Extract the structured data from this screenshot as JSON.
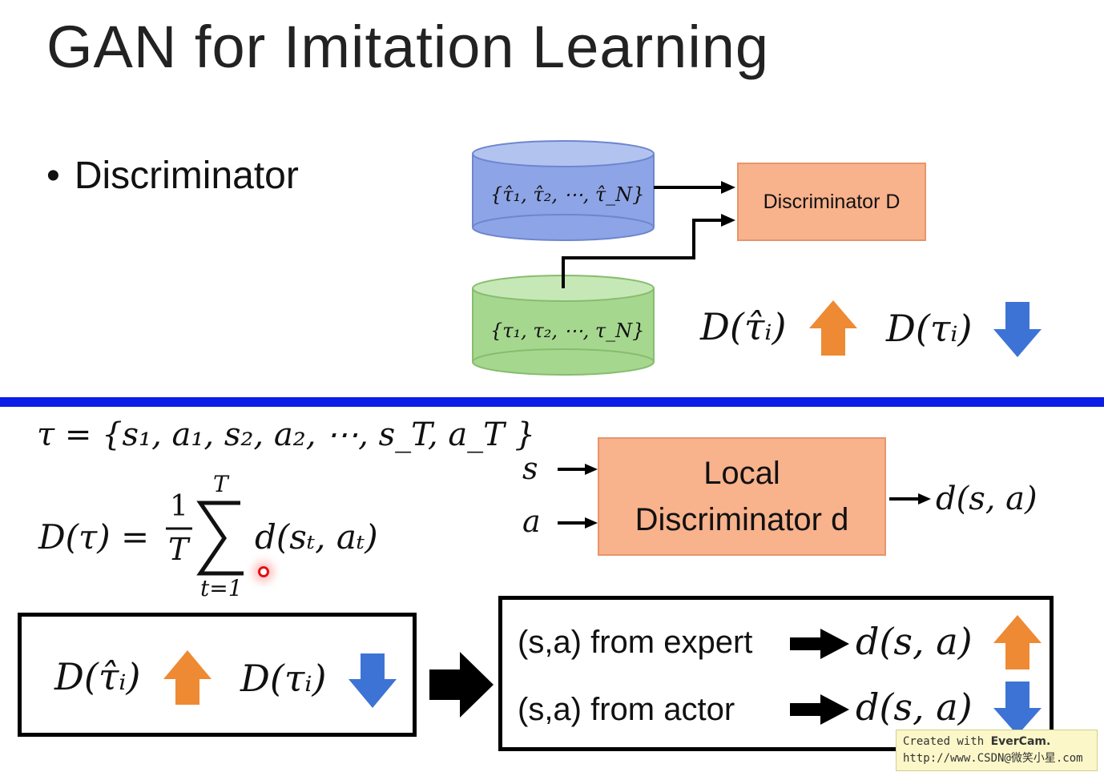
{
  "slide": {
    "title": "GAN for Imitation Learning",
    "bullet": "Discriminator"
  },
  "top_diagram": {
    "expert_set": "{τ̂₁, τ̂₂, ⋯, τ̂_N}",
    "actor_set": "{τ₁, τ₂, ⋯, τ_N}",
    "discriminator_label": "Discriminator D",
    "expert_score": "D(τ̂ᵢ)",
    "actor_score": "D(τᵢ)",
    "colors": {
      "expert_cylinder": "#8da4e6",
      "actor_cylinder": "#a6d78f",
      "box": "#f8b28c",
      "up_arrow": "#ee8a33",
      "down_arrow": "#3e73d6",
      "divider": "#0b1ee8"
    }
  },
  "formulas": {
    "trajectory": "τ = {s₁, a₁, s₂, a₂, ⋯, s_T, a_T }",
    "d_lhs": "D(τ) =",
    "frac_num": "1",
    "frac_den": "T",
    "sum_top": "T",
    "sum_bottom": "t=1",
    "sum_body": "d(sₜ, aₜ)"
  },
  "local_diagram": {
    "input_s": "s",
    "input_a": "a",
    "box_line1": "Local",
    "box_line2": "Discriminator d",
    "output": "d(s, a)"
  },
  "left_box": {
    "expert_score": "D(τ̂ᵢ)",
    "actor_score": "D(τᵢ)"
  },
  "right_box": {
    "row1_text": "(s,a) from expert",
    "row1_value": "d(s, a)",
    "row2_text": "(s,a) from actor",
    "row2_value": "d(s, a)"
  },
  "watermark": {
    "line1_prefix": "Created with ",
    "line1_brand": "EverCam.",
    "line2": "http://www.CSDN@微笑小星.com"
  }
}
